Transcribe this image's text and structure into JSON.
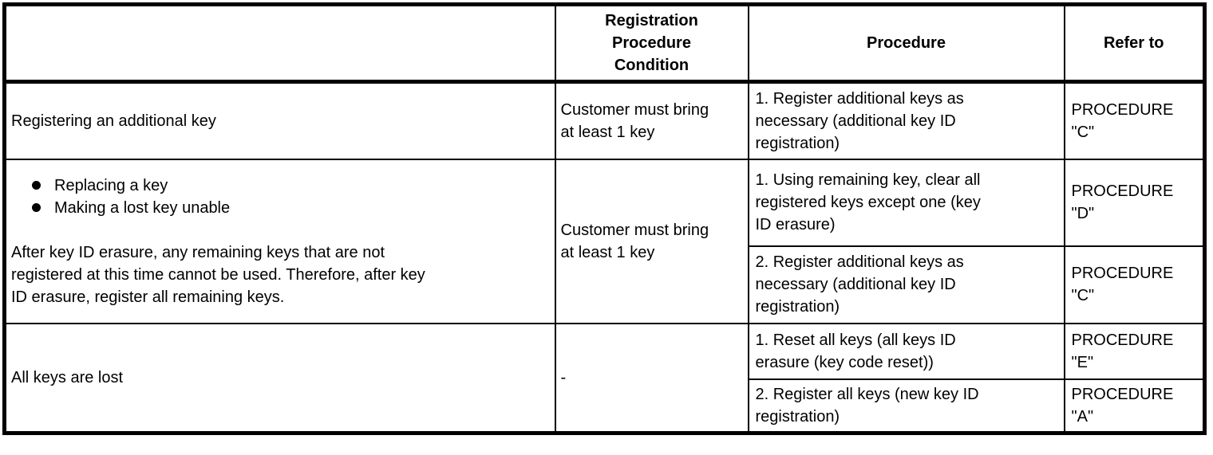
{
  "page": {
    "background": "#ffffff",
    "text_color": "#000000",
    "border_color": "#000000"
  },
  "table": {
    "header": {
      "situation": "",
      "condition": [
        "Registration",
        "Procedure",
        "Condition"
      ],
      "procedure": "Procedure",
      "refer_to": "Refer to"
    },
    "rows": [
      {
        "situation": "Registering an additional key",
        "condition": [
          "Customer must bring",
          "at least 1 key"
        ],
        "procedures": [
          {
            "steps": [
              "1. Register additional keys as",
              "necessary (additional key ID",
              "registration)"
            ],
            "refer_to": [
              "PROCEDURE",
              "\"C\""
            ]
          }
        ]
      },
      {
        "situation_bullets": [
          "Replacing a key",
          "Making a lost key unable"
        ],
        "situation_note": [
          "After key ID erasure, any remaining keys that are not",
          "registered at this time cannot be used. Therefore, after key",
          "ID erasure, register all remaining keys."
        ],
        "condition": [
          "Customer must bring",
          "at least 1 key"
        ],
        "procedures": [
          {
            "steps": [
              "1. Using remaining key, clear all",
              "registered keys except one (key",
              "ID erasure)"
            ],
            "refer_to": [
              "PROCEDURE",
              "\"D\""
            ]
          },
          {
            "steps": [
              "2. Register additional keys as",
              "necessary (additional key ID",
              "registration)"
            ],
            "refer_to": [
              "PROCEDURE",
              "\"C\""
            ]
          }
        ]
      },
      {
        "situation": "All keys are lost",
        "condition": "-",
        "procedures": [
          {
            "steps": [
              "1. Reset all keys (all keys ID",
              "erasure (key code reset))"
            ],
            "refer_to": [
              "PROCEDURE",
              "\"E\""
            ]
          },
          {
            "steps": [
              "2. Register all keys (new key ID",
              "registration)"
            ],
            "refer_to": [
              "PROCEDURE",
              "\"A\""
            ]
          }
        ]
      }
    ]
  }
}
